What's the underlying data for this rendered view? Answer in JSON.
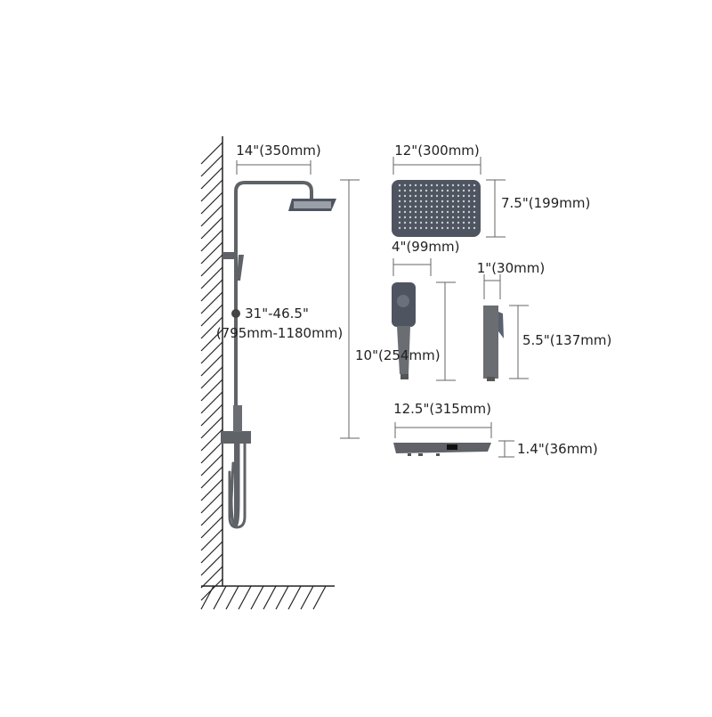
{
  "labels": {
    "arm_length": "14\"(350mm)",
    "height_range_in": "31\"-46.5\"",
    "height_range_mm": "(795mm-1180mm)",
    "head_width": "12\"(300mm)",
    "head_depth": "7.5\"(199mm)",
    "hand_width": "4\"(99mm)",
    "hand_length": "10\"(254mm)",
    "hand_side_width": "1\"(30mm)",
    "hand_side_length": "5.5\"(137mm)",
    "shelf_width": "12.5\"(315mm)",
    "shelf_height": "1.4\"(36mm)"
  },
  "colors": {
    "metal": "#5f6266",
    "head": "#4f5560",
    "dots": "#c9ccd2"
  }
}
